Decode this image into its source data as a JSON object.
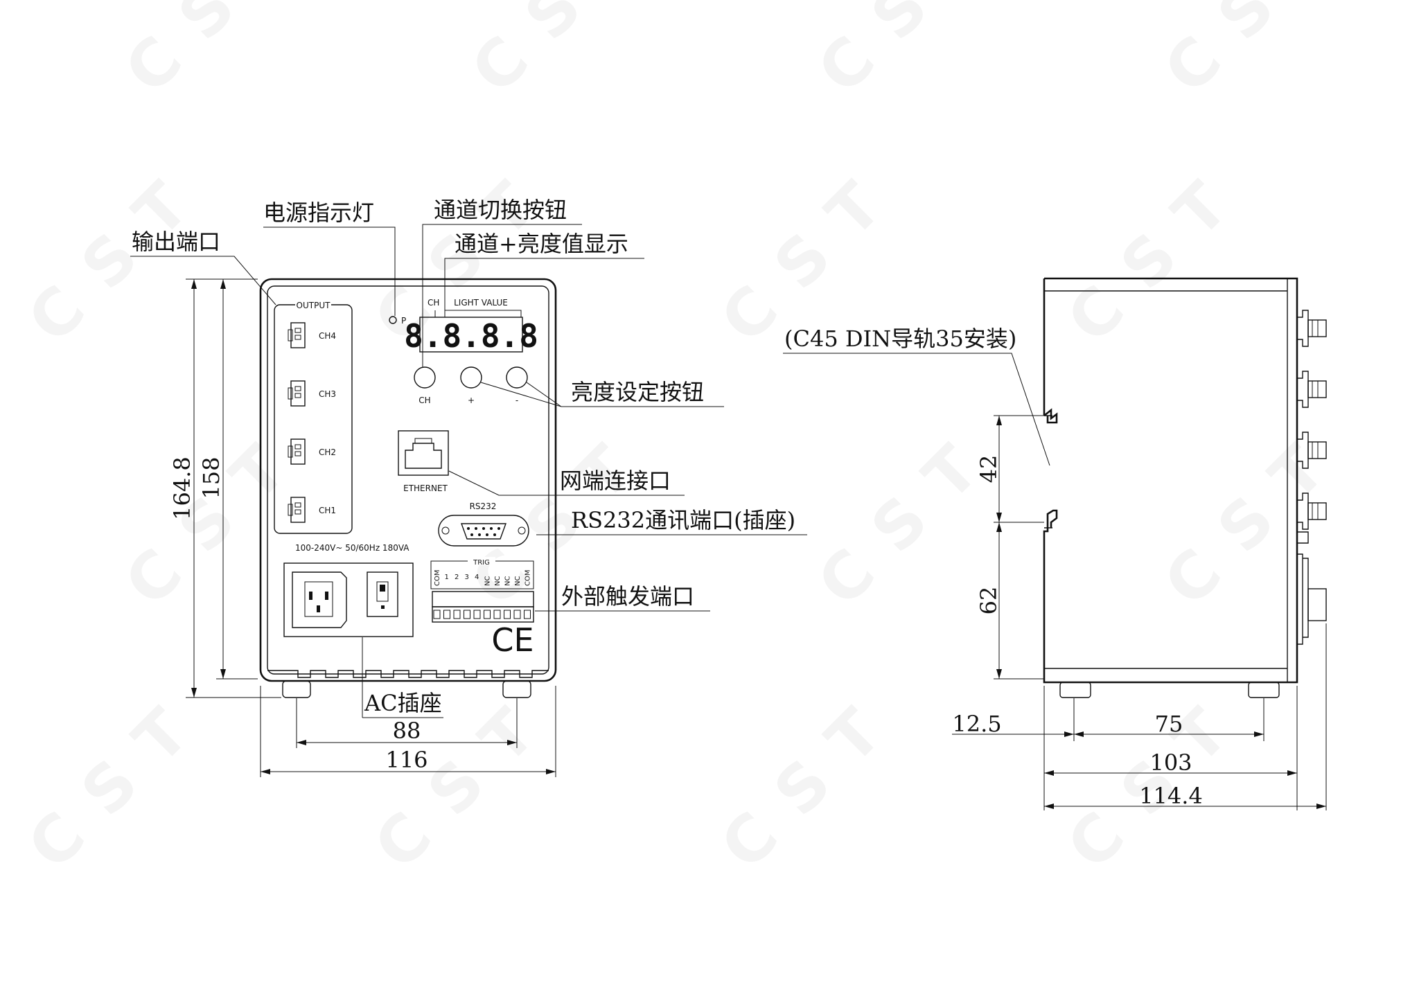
{
  "watermark": "CST",
  "front_view": {
    "output_header": "OUTPUT",
    "channels": [
      "CH4",
      "CH3",
      "CH2",
      "CH1"
    ],
    "power_led_label": "P",
    "display": {
      "ch_label": "CH",
      "light_value_label": "LIGHT  VALUE",
      "digits": "8.8.8.8"
    },
    "buttons": {
      "ch": "CH",
      "plus": "+",
      "minus": "-"
    },
    "ethernet_label": "ETHERNET",
    "rs232_label": "RS232",
    "power_rating": "100-240V~  50/60Hz  180VA",
    "trig_header": "TRIG",
    "trig_pins": [
      "COM",
      "1",
      "2",
      "3",
      "4",
      "NC",
      "NC",
      "NC",
      "NC",
      "COM"
    ],
    "ce_mark": "CE"
  },
  "annotations": {
    "output_port": "输出端口",
    "power_indicator": "电源指示灯",
    "channel_switch": "通道切换按钮",
    "display": "通道+亮度值显示",
    "brightness_buttons": "亮度设定按钮",
    "network_port": "网端连接口",
    "rs232_port": "RS232通讯端口(插座)",
    "trigger_port": "外部触发端口",
    "ac_socket": "AC插座",
    "din_rail": "(C45  DIN导轨35安装)"
  },
  "dimensions": {
    "front_total_height": "164.8",
    "front_body_height": "158",
    "front_feet_span": "88",
    "front_width": "116",
    "side_rail_upper": "42",
    "side_rail_lower": "62",
    "side_foot_offset": "12.5",
    "side_feet_span": "75",
    "side_depth": "103",
    "side_total_depth": "114.4"
  }
}
